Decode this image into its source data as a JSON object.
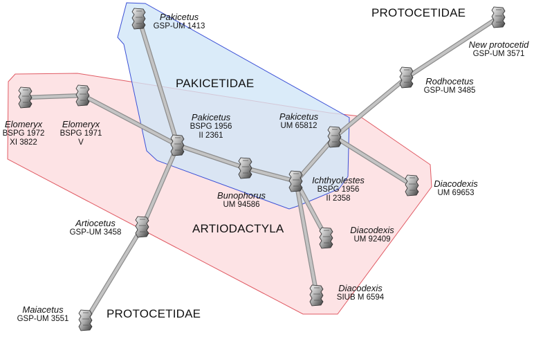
{
  "colors": {
    "pakicetidae_fill": "#cfe6f7",
    "pakicetidae_stroke": "#3a4fd6",
    "artiodactyla_fill": "#fde3e5",
    "artiodactyla_stroke": "#e05a63",
    "branch": "#c4c4c4"
  },
  "groups": {
    "protocetidae_top": "PROTOCETIDAE",
    "pakicetidae": "PAKICETIDAE",
    "artiodactyla": "ARTIODACTYLA",
    "protocetidae_bottom": "PROTOCETIDAE"
  },
  "specimens": {
    "pakicetus_gsp": {
      "name": "Pakicetus",
      "lines": [
        "GSP-UM 1413"
      ]
    },
    "new_protocetid": {
      "name": "New protocetid",
      "lines": [
        "GSP-UM 3571"
      ]
    },
    "rodhocetus": {
      "name": "Rodhocetus",
      "lines": [
        "GSP-UM 3485"
      ]
    },
    "elomeryx_1972": {
      "name": "Elomeryx",
      "lines": [
        "BSPG 1972",
        "XI 3822"
      ]
    },
    "elomeryx_1971": {
      "name": "Elomeryx",
      "lines": [
        "BSPG 1971",
        "V"
      ]
    },
    "pakicetus_bspg": {
      "name": "Pakicetus",
      "lines": [
        "BSPG 1956",
        "II 2361"
      ]
    },
    "pakicetus_um": {
      "name": "Pakicetus",
      "lines": [
        "UM 65812"
      ]
    },
    "ichthyolestes": {
      "name": "Ichthyolestes",
      "lines": [
        "BSPG 1956",
        "II 2358"
      ]
    },
    "diacodexis_69653": {
      "name": "Diacodexis",
      "lines": [
        "UM 69653"
      ]
    },
    "bunophorus": {
      "name": "Bunophorus",
      "lines": [
        "UM 94586"
      ]
    },
    "artiocetus": {
      "name": "Artiocetus",
      "lines": [
        "GSP-UM 3458"
      ]
    },
    "diacodexis_92409": {
      "name": "Diacodexis",
      "lines": [
        "UM 92409"
      ]
    },
    "diacodexis_6594": {
      "name": "Diacodexis",
      "lines": [
        "SIUB M 6594"
      ]
    },
    "maiacetus": {
      "name": "Maiacetus",
      "lines": [
        "GSP-UM 3551"
      ]
    }
  }
}
